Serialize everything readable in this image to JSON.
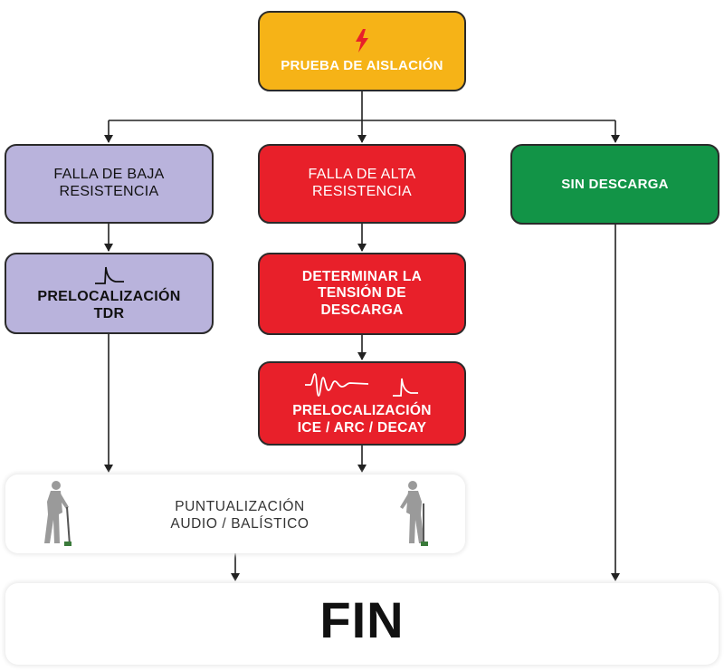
{
  "nodes": {
    "insulation_test": {
      "label": "PRUEBA DE AISLACIÓN"
    },
    "low_resistance": {
      "line1": "FALLA DE BAJA",
      "line2": "RESISTENCIA"
    },
    "high_resistance": {
      "line1": "FALLA DE ALTA",
      "line2": "RESISTENCIA"
    },
    "no_discharge": {
      "label": "SIN DESCARGA"
    },
    "tdr_prelocation": {
      "line1": "PRELOCALIZACIÓN",
      "line2": "TDR"
    },
    "breakdown_voltage": {
      "line1": "DETERMINAR LA",
      "line2": "TENSIÓN DE",
      "line3": "DESCARGA"
    },
    "ice_prelocation": {
      "line1": "PRELOCALIZACIÓN",
      "line2": "ICE / ARC / DECAY"
    },
    "pinpointing": {
      "line1": "PUNTUALIZACIÓN",
      "line2": "AUDIO / BALÍSTICO"
    },
    "end": {
      "label": "FIN"
    }
  },
  "colors": {
    "low_resistance": "#b9b3dc",
    "high_resistance": "#e8202a",
    "no_discharge": "#129447",
    "insulation_test": "#f6b317"
  },
  "icons": [
    "lightning-icon",
    "tdr-pulse-icon",
    "waveform-icon",
    "person-walking-icon"
  ]
}
